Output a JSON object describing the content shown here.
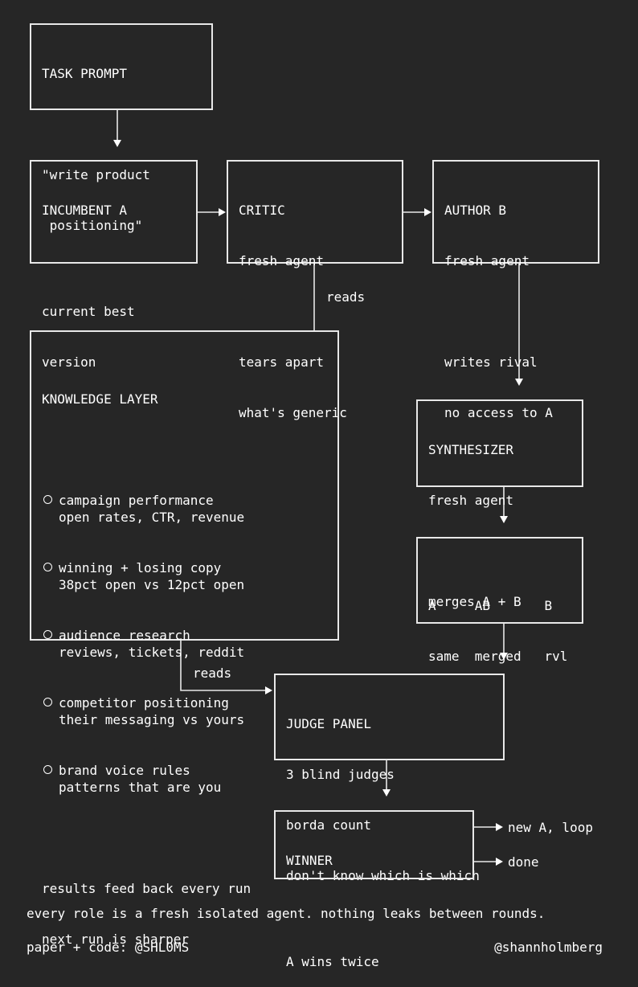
{
  "task_prompt": {
    "title": "TASK PROMPT",
    "text1": "\"write product",
    "text2": " positioning\""
  },
  "incumbent": {
    "title": "INCUMBENT A",
    "line1": "current best",
    "line2": "version"
  },
  "critic": {
    "title": "CRITIC",
    "subtitle": "fresh agent",
    "line1": "tears apart",
    "line2": "what's generic"
  },
  "author": {
    "title": "AUTHOR B",
    "subtitle": "fresh agent",
    "line1": "writes rival",
    "line2": "no access to A"
  },
  "reads_label": "reads",
  "knowledge": {
    "title": "KNOWLEDGE LAYER",
    "items": [
      {
        "head": "campaign performance",
        "sub": "open rates, CTR, revenue"
      },
      {
        "head": "winning + losing copy",
        "sub": "38pct open vs 12pct open"
      },
      {
        "head": "audience research",
        "sub": "reviews, tickets, reddit"
      },
      {
        "head": "competitor positioning",
        "sub": "their messaging vs yours"
      },
      {
        "head": "brand voice rules",
        "sub": "patterns that are you"
      }
    ],
    "footer1": "results feed back every run",
    "footer2": "next run is sharper"
  },
  "synth": {
    "title": "SYNTHESIZER",
    "subtitle": "fresh agent",
    "line1": "merges A + B"
  },
  "options": {
    "row1": "A     AB       B",
    "row2": "same  merged   rvl"
  },
  "judge": {
    "title": "JUDGE PANEL",
    "line1": "3 blind judges",
    "line2": "borda count",
    "line3": "don't know which is which"
  },
  "winner": {
    "title": "WINNER",
    "line1": "A wins twice"
  },
  "outcomes": {
    "loop": "new A, loop",
    "done": "done"
  },
  "footer": {
    "note": "every role is a fresh isolated agent. nothing leaks between rounds.",
    "left": "paper + code: @SHL0MS",
    "right": "@shannholmberg"
  },
  "colors": {
    "background": "#262626",
    "stroke": "#e8e8e8",
    "text": "#ffffff"
  }
}
